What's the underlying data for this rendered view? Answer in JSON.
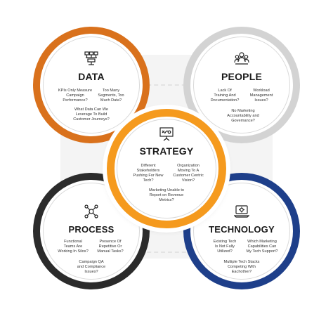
{
  "accent_colors": {
    "data": "#d9711c",
    "people": "#d3d3d3",
    "process": "#2b2b2b",
    "technology": "#1e3f8a",
    "strategy": "#f59a1e"
  },
  "data": {
    "title": "DATA",
    "icon": "server-network-icon",
    "q1": "KPIs Only Measure\nCampaign\nPerformance?",
    "q2": "Too Many\nSegments, Too\nMuch Data?",
    "q3": "What Data Can We\nLeverage To Build\nCustomer Journeys?"
  },
  "people": {
    "title": "PEOPLE",
    "icon": "people-group-icon",
    "q1": "Lack Of\nTraining And\nDocumentation?",
    "q2": "Workload\nManagement\nIssues?",
    "q3": "No Marketing\nAccountability and\nGovernance?"
  },
  "strategy": {
    "title": "STRATEGY",
    "icon": "presentation-board-icon",
    "q1": "Different\nStakeholders\nPushing For New\nTech?",
    "q2": "Organization\nMoving To A\nCustomer Centric\nVision?",
    "q3": "Marketing Unable to\nReport on Revenue\nMetrics?"
  },
  "process": {
    "title": "PROCESS",
    "icon": "process-nodes-icon",
    "q1": "Functional\nTeams Are\nWorking In Silos?",
    "q2": "Presence Of\nRepetitive Or\nManual Tasks?",
    "q3": "Campaign QA\nand Compliance\nIssues?"
  },
  "technology": {
    "title": "TECHNOLOGY",
    "icon": "laptop-gear-icon",
    "q1": "Existing Tech\nIs Not Fully\nUtilized?",
    "q2": "Which Marketing\nCapabilities Can\nMy Tech Support?",
    "q3": "Multiple Tech Stacks\nCompeting With\nEachother?"
  }
}
